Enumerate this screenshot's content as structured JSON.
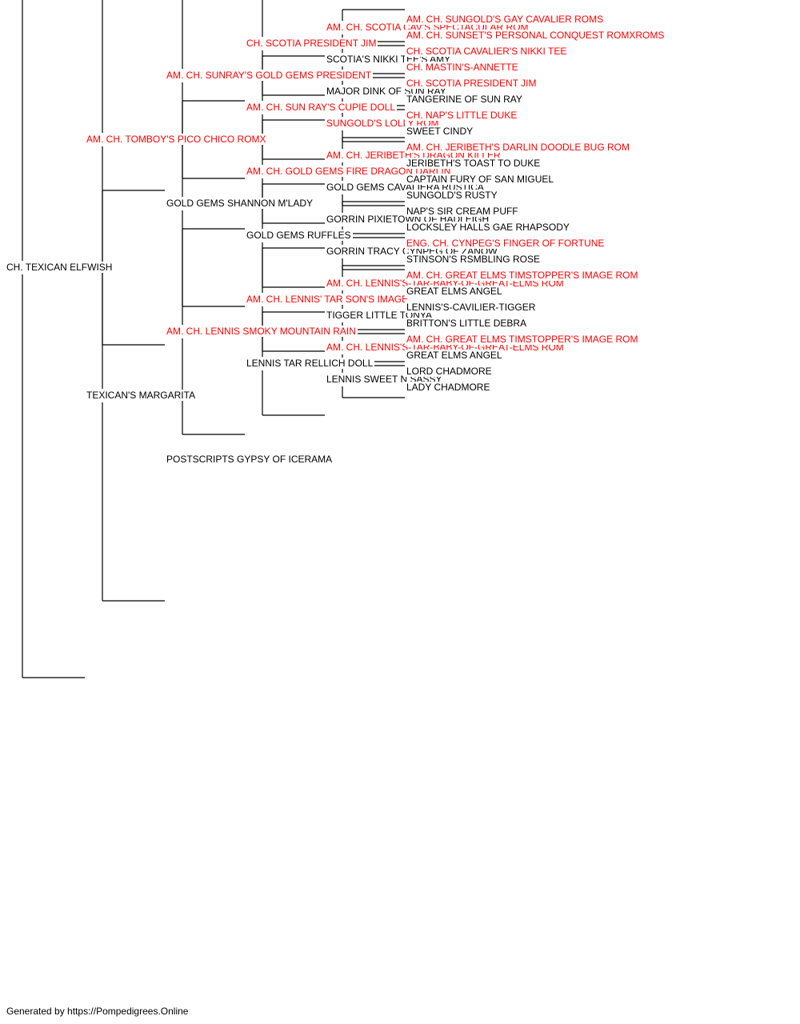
{
  "colors": {
    "titled": "#ff0000",
    "plain": "#000000",
    "line": "#000000"
  },
  "pedigree": {
    "name": "CH. TEXICAN ELFWISH",
    "titled": false,
    "sire": {
      "name": "AM. CH. TOMBOY'S PICO CHICO ROMX",
      "titled": true,
      "sire": {
        "name": "AM. CH. SUNRAY'S GOLD GEMS PRESIDENT",
        "titled": true,
        "sire": {
          "name": "CH. SCOTIA PRESIDENT JIM",
          "titled": true,
          "sire": {
            "name": "AM. CH. SCOTIA CAV'S SPECTACULAR ROM",
            "titled": true,
            "sire": {
              "name": "AM. CH. SUNGOLD'S GAY CAVALIER ROMS",
              "titled": true
            },
            "dam": {
              "name": "AM. CH. SUNSET'S PERSONAL CONQUEST ROMXROMS",
              "titled": true
            }
          },
          "dam": {
            "name": "SCOTIA'S NIKKI TEE'S AMY",
            "titled": false,
            "sire": {
              "name": "CH. SCOTIA CAVALIER'S NIKKI TEE",
              "titled": true
            },
            "dam": {
              "name": "CH. MASTIN'S-ANNETTE",
              "titled": true
            }
          }
        },
        "dam": {
          "name": "AM. CH. SUN RAY'S CUPIE DOLL",
          "titled": true,
          "sire": {
            "name": "MAJOR DINK OF SUN RAY",
            "titled": false,
            "sire": {
              "name": "CH. SCOTIA PRESIDENT JIM",
              "titled": true
            },
            "dam": {
              "name": "TANGERINE OF SUN RAY",
              "titled": false
            }
          },
          "dam": {
            "name": "SUNGOLD'S LOLLY ROM",
            "titled": true,
            "sire": {
              "name": "CH. NAP'S LITTLE DUKE",
              "titled": true
            },
            "dam": {
              "name": "SWEET CINDY",
              "titled": false
            }
          }
        }
      },
      "dam": {
        "name": "GOLD GEMS SHANNON M'LADY",
        "titled": false,
        "sire": {
          "name": "AM. CH. GOLD GEMS FIRE DRAGON DARLIN",
          "titled": true,
          "sire": {
            "name": "AM. CH. JERIBETH'S DRAGON KILLER",
            "titled": true,
            "sire": {
              "name": "AM. CH. JERIBETH'S DARLIN DOODLE BUG ROM",
              "titled": true
            },
            "dam": {
              "name": "JERIBETH'S TOAST TO DUKE",
              "titled": false
            }
          },
          "dam": {
            "name": "GOLD GEMS CAVALIERA RUSTICA",
            "titled": false,
            "sire": {
              "name": "CAPTAIN FURY OF SAN MIGUEL",
              "titled": false
            },
            "dam": {
              "name": "SUNGOLD'S RUSTY",
              "titled": false
            }
          }
        },
        "dam": {
          "name": "GOLD GEMS RUFFLES",
          "titled": false,
          "sire": {
            "name": "GORRIN PIXIETOWN OF HADLEIGH",
            "titled": false,
            "sire": {
              "name": "NAP'S SIR CREAM PUFF",
              "titled": false
            },
            "dam": {
              "name": "LOCKSLEY HALLS GAE RHAPSODY",
              "titled": false
            }
          },
          "dam": {
            "name": "GORRIN TRACY CYNPEG OF ZANOW",
            "titled": false,
            "sire": {
              "name": "ENG. CH. CYNPEG'S FINGER OF FORTUNE",
              "titled": true
            },
            "dam": {
              "name": "STINSON'S RSMBLING ROSE",
              "titled": false
            }
          }
        }
      }
    },
    "dam": {
      "name": "TEXICAN'S MARGARITA",
      "titled": false,
      "sire": {
        "name": "AM. CH. LENNIS SMOKY MOUNTAIN RAIN",
        "titled": true,
        "sire": {
          "name": "AM. CH. LENNIS' TAR SON'S IMAGE",
          "titled": true,
          "sire": {
            "name": "AM. CH. LENNIS'S-TAR-BABY-OF-GREAT-ELMS ROM",
            "titled": true,
            "sire": {
              "name": "AM. CH. GREAT ELMS TIMSTOPPER'S IMAGE ROM",
              "titled": true
            },
            "dam": {
              "name": "GREAT ELMS ANGEL",
              "titled": false
            }
          },
          "dam": {
            "name": "TIGGER LITTLE TONYA",
            "titled": false,
            "sire": {
              "name": "LENNIS'S-CAVILIER-TIGGER",
              "titled": false
            },
            "dam": {
              "name": "BRITTON'S LITTLE DEBRA",
              "titled": false
            }
          }
        },
        "dam": {
          "name": "LENNIS TAR RELLICH DOLL",
          "titled": false,
          "sire": {
            "name": "AM. CH. LENNIS'S-TAR-BABY-OF-GREAT-ELMS ROM",
            "titled": true,
            "sire": {
              "name": "AM. CH. GREAT ELMS TIMSTOPPER'S IMAGE ROM",
              "titled": true
            },
            "dam": {
              "name": "GREAT ELMS ANGEL",
              "titled": false
            }
          },
          "dam": {
            "name": "LENNIS SWEET N SASSY",
            "titled": false,
            "sire": {
              "name": "LORD CHADMORE",
              "titled": false
            },
            "dam": {
              "name": "LADY CHADMORE",
              "titled": false
            }
          }
        }
      },
      "dam": {
        "name": "POSTSCRIPTS GYPSY OF ICERAMA",
        "titled": false
      }
    }
  },
  "footer": {
    "text": "Generated by https://Pompedigrees.Online"
  }
}
